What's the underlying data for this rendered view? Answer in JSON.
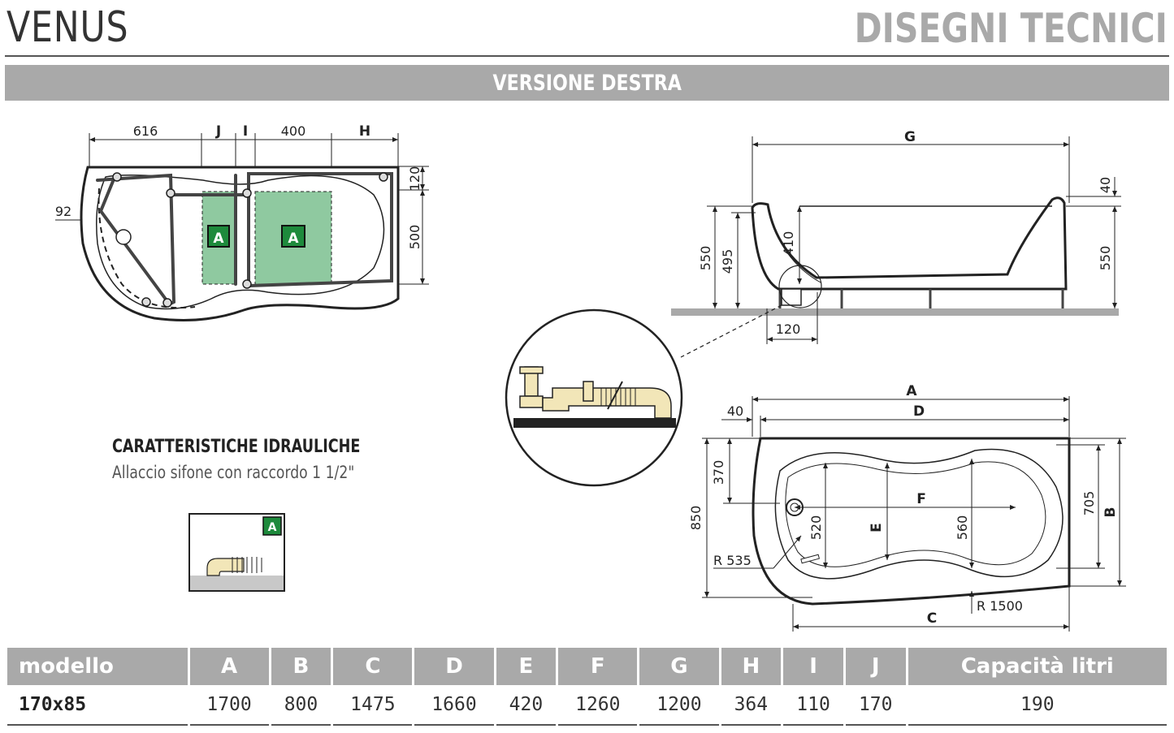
{
  "header": {
    "model_name": "VENUS",
    "section": "DISEGNI TECNICI"
  },
  "banner": {
    "label": "VERSIONE DESTRA"
  },
  "top_view": {
    "dims": {
      "d616": "616",
      "j": "J",
      "i": "I",
      "d400": "400",
      "h": "H",
      "d92": "92",
      "d120": "120",
      "d500": "500"
    },
    "zone_label": "A"
  },
  "side_view": {
    "dims": {
      "g": "G",
      "d40": "40",
      "d550_left": "550",
      "d495": "495",
      "d410": "410",
      "d550_right": "550",
      "d120": "120"
    }
  },
  "plan_view": {
    "dims": {
      "a": "A",
      "d": "D",
      "d40": "40",
      "d370": "370",
      "d850": "850",
      "f": "F",
      "e": "E",
      "d520": "520",
      "d560": "560",
      "d705": "705",
      "b": "B",
      "r535": "R 535",
      "r1500": "R 1500",
      "c": "C"
    }
  },
  "hydraulics": {
    "title": "CARATTERISTICHE IDRAULICHE",
    "subtitle": "Allaccio sifone con raccordo 1 1/2\"",
    "badge": "A"
  },
  "colors": {
    "green_zone": "#8fc9a0",
    "green_badge": "#1e8a3c",
    "gray_banner": "#a9a9a9",
    "pipe": "#f2e6b8"
  },
  "spec_table": {
    "headers": [
      "modello",
      "A",
      "B",
      "C",
      "D",
      "E",
      "F",
      "G",
      "H",
      "I",
      "J",
      "Capacità litri"
    ],
    "rows": [
      [
        "170x85",
        "1700",
        "800",
        "1475",
        "1660",
        "420",
        "1260",
        "1200",
        "364",
        "110",
        "170",
        "190"
      ]
    ]
  }
}
